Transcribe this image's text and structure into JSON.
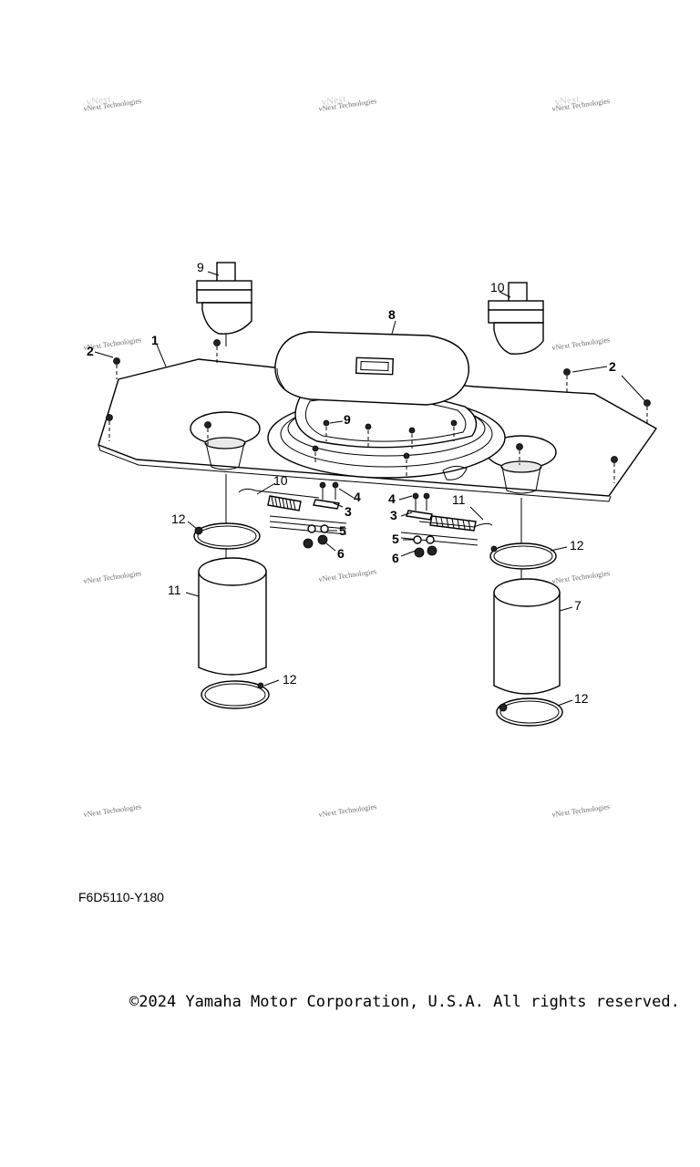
{
  "diagram": {
    "code": "F6D5110-Y180",
    "copyright": "©2024 Yamaha Motor Corporation, U.S.A. All rights reserved.",
    "watermark": "vNext Technologies",
    "callouts": [
      "1",
      "2",
      "2",
      "3",
      "3",
      "4",
      "4",
      "5",
      "5",
      "6",
      "6",
      "7",
      "8",
      "9",
      "9",
      "10",
      "10",
      "11",
      "11",
      "12",
      "12",
      "12",
      "12"
    ]
  }
}
